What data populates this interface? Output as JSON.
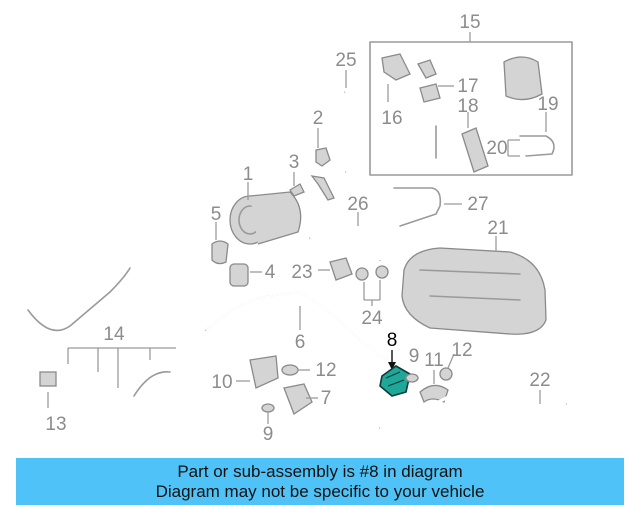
{
  "diagram": {
    "part_labels": [
      "1",
      "2",
      "3",
      "4",
      "5",
      "6",
      "7",
      "8",
      "9",
      "9",
      "10",
      "11",
      "12",
      "12",
      "13",
      "14",
      "15",
      "16",
      "17",
      "18",
      "19",
      "20",
      "21",
      "22",
      "23",
      "24",
      "25",
      "26",
      "27"
    ],
    "highlighted_part": "8",
    "colors": {
      "line_gray": "#9a9a9a",
      "part_fill": "#d4d4d4",
      "highlight_fill": "#1fa89a",
      "banner_bg": "#4fc3f7"
    }
  },
  "banner": {
    "line1": "Part or sub-assembly is #8 in diagram",
    "line2": "Diagram may not be specific to your vehicle"
  }
}
